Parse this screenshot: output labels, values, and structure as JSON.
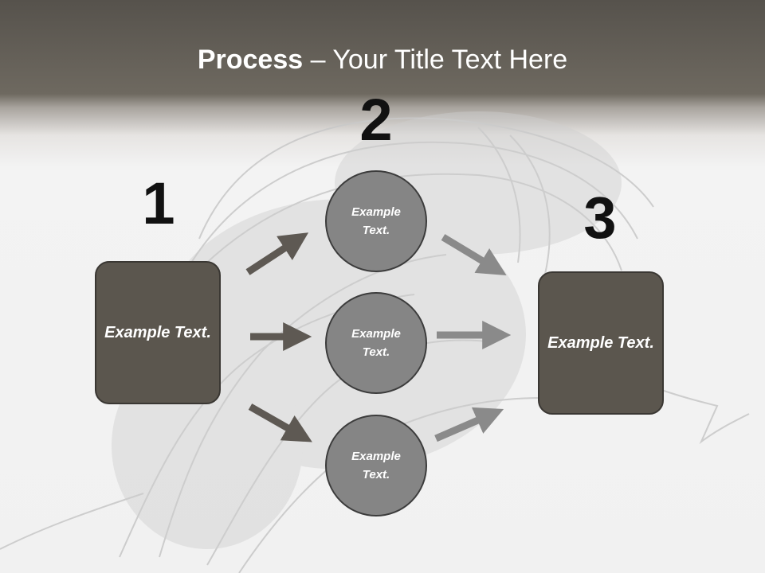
{
  "title": {
    "bold": "Process",
    "rest": " – Your Title Text Here"
  },
  "steps": {
    "one": "1",
    "two": "2",
    "three": "3"
  },
  "left_box": {
    "text": "Example Text."
  },
  "circles": [
    {
      "text": "Example Text."
    },
    {
      "text": "Example Text."
    },
    {
      "text": "Example Text."
    }
  ],
  "right_box": {
    "text": "Example Text."
  },
  "colors": {
    "box": "#5b564e",
    "circle": "#858585",
    "arrow_left": "#5e5953",
    "arrow_right": "#8a8a8a",
    "header": "#605b53"
  }
}
